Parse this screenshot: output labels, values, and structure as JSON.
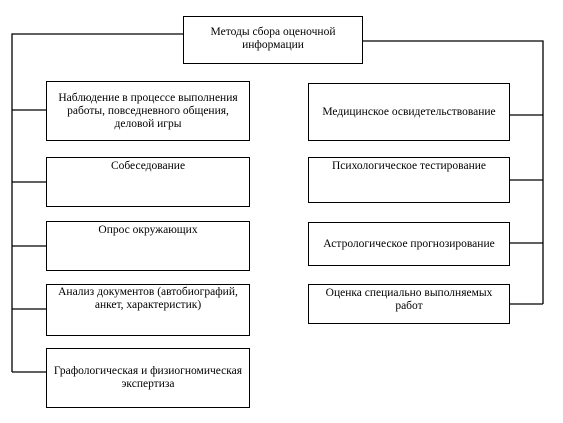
{
  "root": {
    "label": "Методы сбора оценочной информации"
  },
  "left": [
    {
      "label": "Наблюдение в процессе выполнения работы, повседневного общения, деловой игры"
    },
    {
      "label": "Собеседование"
    },
    {
      "label": "Опрос окружающих"
    },
    {
      "label": "Анализ документов (автобиографий, анкет, характеристик)"
    },
    {
      "label": "Графологическая и физиогномическая экспертиза"
    }
  ],
  "right": [
    {
      "label": "Медицинское освидетельствование"
    },
    {
      "label": "Психологическое тестирование"
    },
    {
      "label": "Астрологическое прогнозирование"
    },
    {
      "label": "Оценка специально выполняемых работ"
    }
  ],
  "colors": {
    "line": "#000000",
    "background": "#ffffff"
  }
}
